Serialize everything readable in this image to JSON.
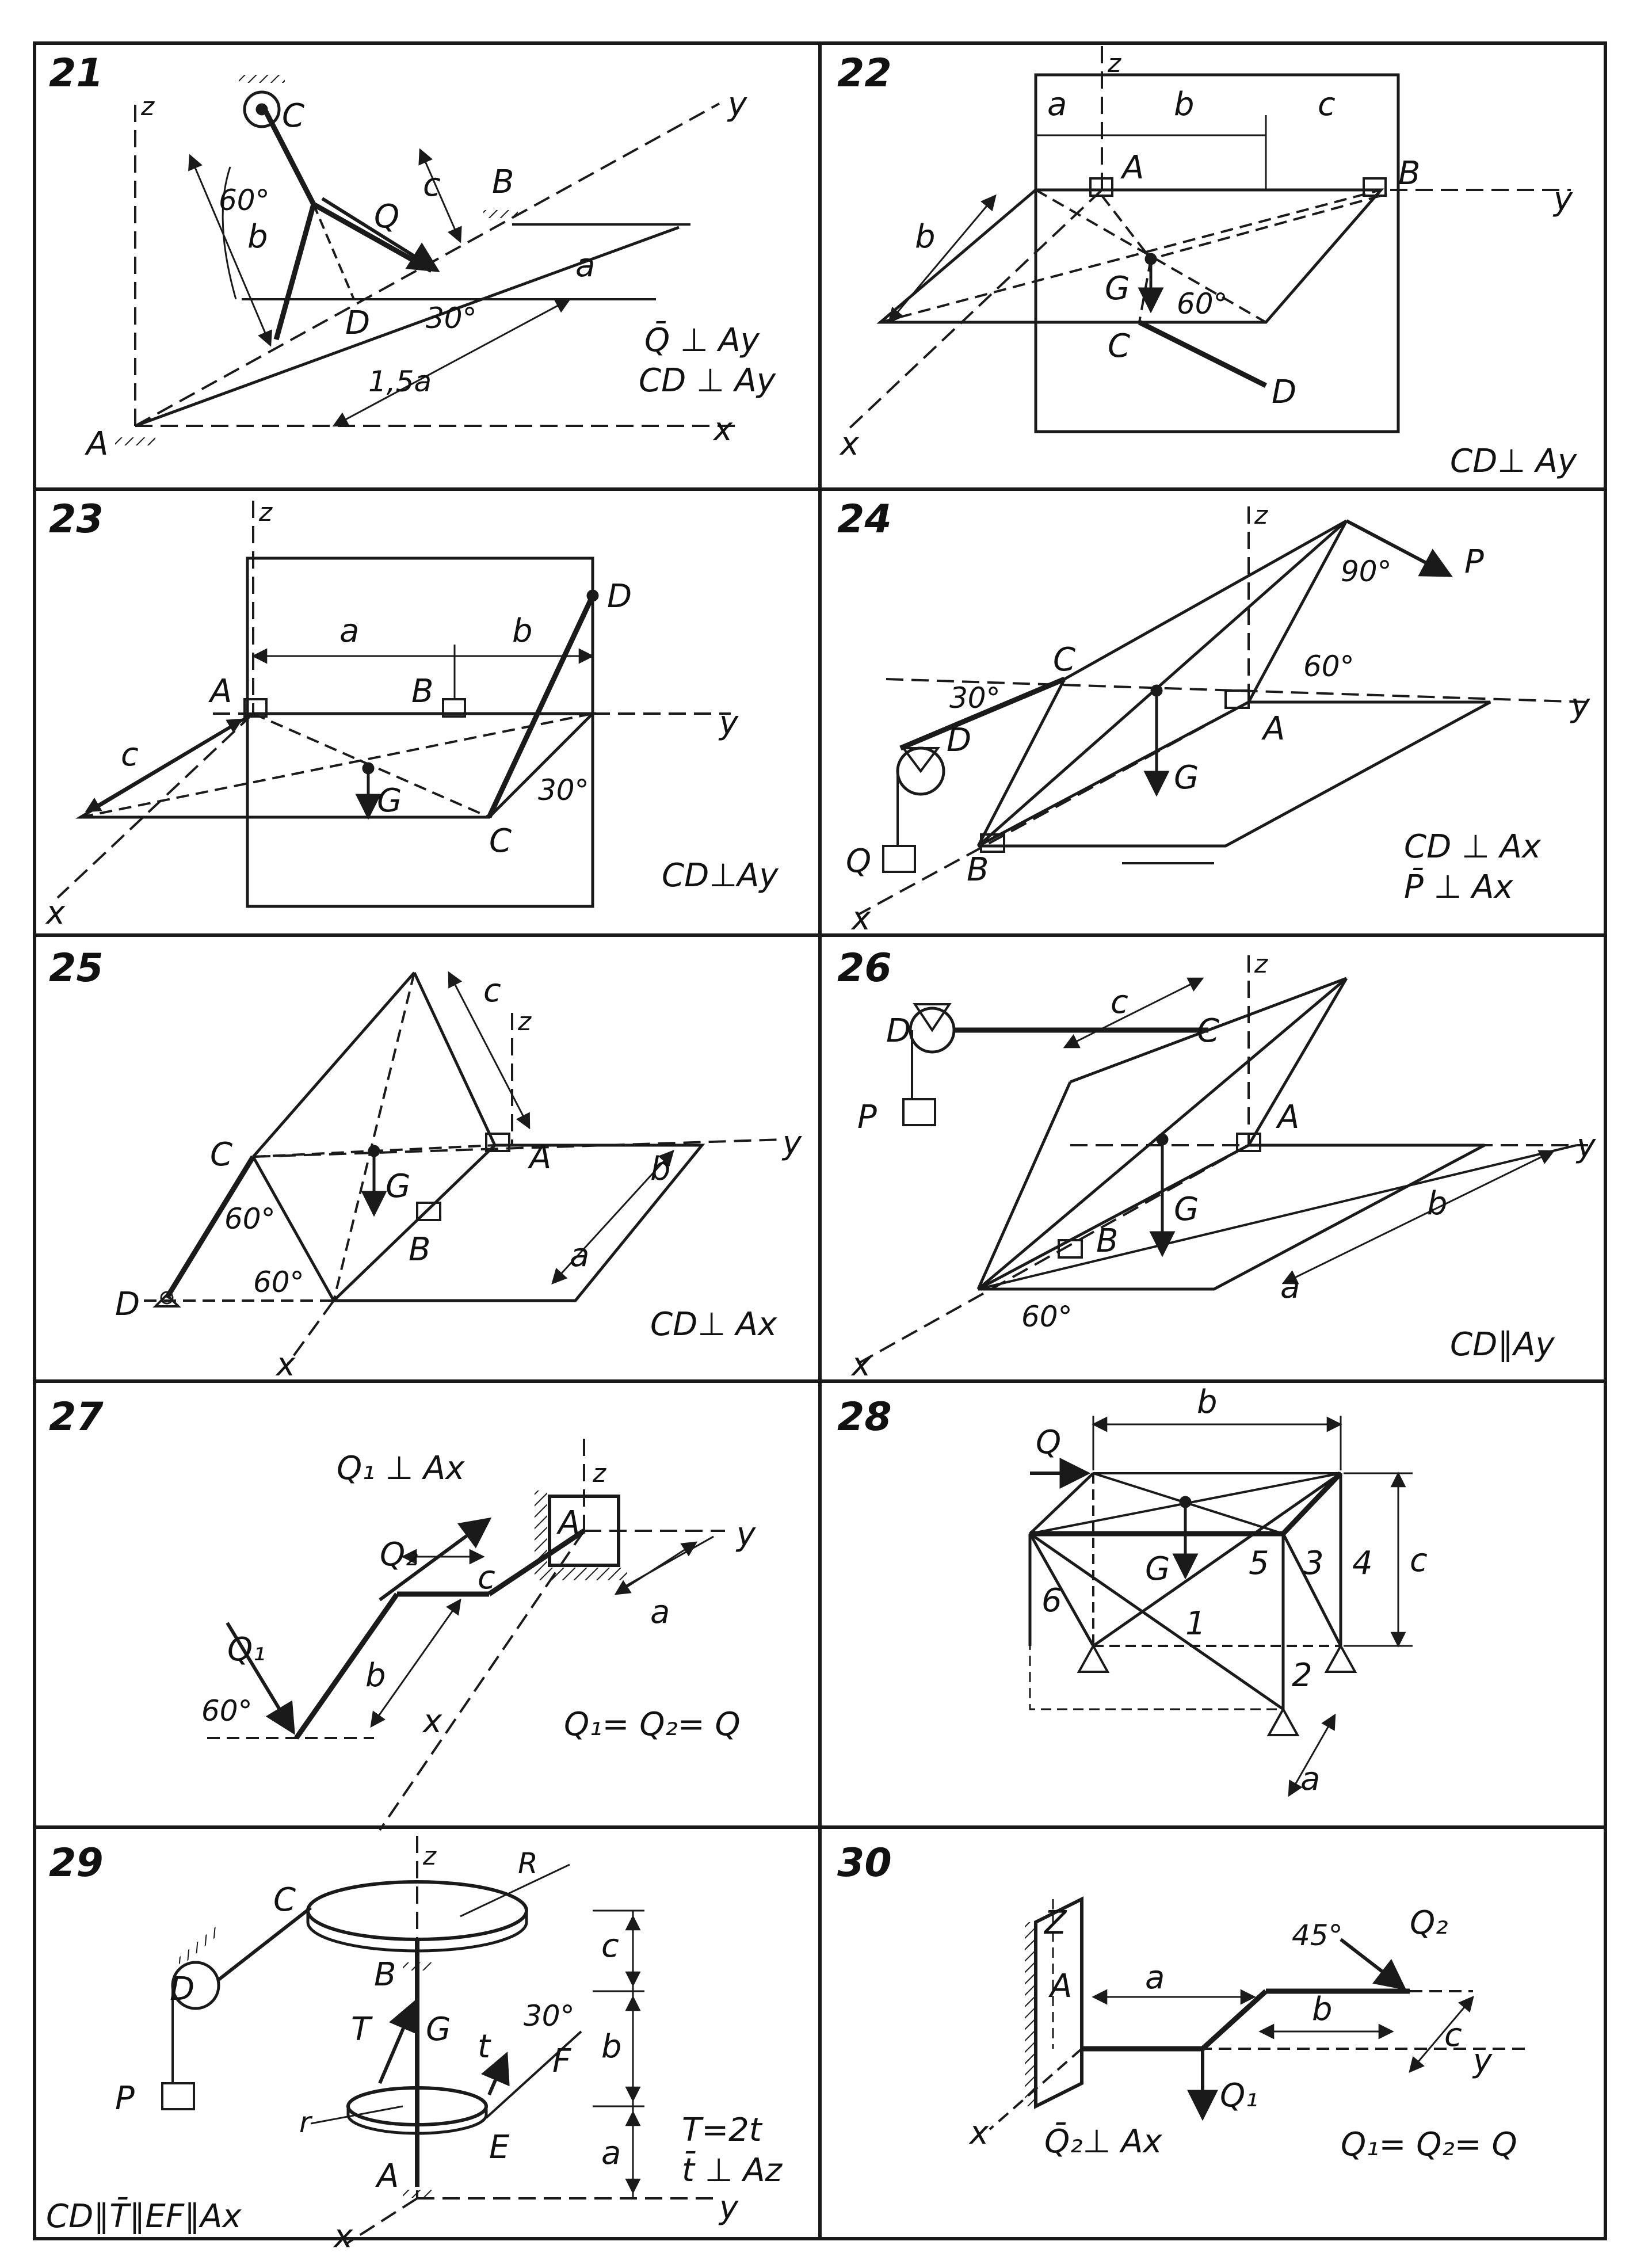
{
  "panels": [
    {
      "number": "21",
      "labels": {
        "C": "C",
        "B": "B",
        "Q": "Q",
        "D": "D",
        "A": "A",
        "a": "a",
        "b": "b",
        "c": "c",
        "x": "x",
        "y": "y",
        "z": "z",
        "len": "1,5a",
        "ang60": "60°",
        "ang30": "30°"
      },
      "notes": [
        "Q̄ ⊥ Ay",
        "CD ⊥ Ay"
      ]
    },
    {
      "number": "22",
      "labels": {
        "A": "A",
        "B": "B",
        "C": "C",
        "D": "D",
        "G": "G",
        "a": "a",
        "b": "b",
        "c": "c",
        "bside": "b",
        "x": "x",
        "y": "y",
        "z": "z",
        "ang": "60°"
      },
      "notes": [
        "CD⊥ Ay"
      ]
    },
    {
      "number": "23",
      "labels": {
        "A": "A",
        "B": "B",
        "C": "C",
        "D": "D",
        "G": "G",
        "a": "a",
        "b": "b",
        "c": "c",
        "x": "x",
        "y": "y",
        "z": "z",
        "ang": "30°"
      },
      "notes": [
        "CD⊥Ay"
      ]
    },
    {
      "number": "24",
      "labels": {
        "A": "A",
        "B": "B",
        "C": "C",
        "D": "D",
        "G": "G",
        "P": "P",
        "Q": "Q",
        "x": "x",
        "y": "y",
        "z": "z",
        "ang90": "90°",
        "ang60": "60°",
        "ang30": "30°"
      },
      "notes": [
        "CD ⊥ Ax",
        "P̄ ⊥ Ax"
      ]
    },
    {
      "number": "25",
      "labels": {
        "A": "A",
        "B": "B",
        "C": "C",
        "D": "D",
        "G": "G",
        "a": "a",
        "b": "b",
        "c": "c",
        "x": "x",
        "y": "y",
        "z": "z",
        "ang1": "60°",
        "ang2": "60°"
      },
      "notes": [
        "CD⊥ Ax"
      ]
    },
    {
      "number": "26",
      "labels": {
        "A": "A",
        "B": "B",
        "C": "C",
        "D": "D",
        "G": "G",
        "P": "P",
        "a": "a",
        "b": "b",
        "c": "c",
        "x": "x",
        "y": "y",
        "z": "z",
        "ang": "60°"
      },
      "notes": [
        "CD∥Ay"
      ]
    },
    {
      "number": "27",
      "labels": {
        "A": "A",
        "Q1": "Q₁",
        "Q2": "Q₂",
        "a": "a",
        "b": "b",
        "c": "c",
        "x": "x",
        "y": "y",
        "z": "z",
        "ang": "60°"
      },
      "notes": [
        "Q₁ ⊥ Ax",
        "Q₁= Q₂= Q"
      ]
    },
    {
      "number": "28",
      "labels": {
        "Q": "Q",
        "G": "G",
        "a": "a",
        "b": "b",
        "c": "c",
        "n1": "1",
        "n2": "2",
        "n3": "3",
        "n4": "4",
        "n5": "5",
        "n6": "6"
      },
      "notes": []
    },
    {
      "number": "29",
      "labels": {
        "A": "A",
        "B": "B",
        "C": "C",
        "D": "D",
        "E": "E",
        "F": "F",
        "G": "G",
        "T": "T",
        "t": "t",
        "R": "R",
        "r": "r",
        "P": "P",
        "a": "a",
        "b": "b",
        "c": "c",
        "x": "x",
        "y": "y",
        "z": "z",
        "ang": "30°"
      },
      "notes": [
        "T=2t",
        "t̄ ⊥ Az",
        "CD∥T̄∥EF∥Ax"
      ]
    },
    {
      "number": "30",
      "labels": {
        "A": "A",
        "Q1": "Q₁",
        "Q2": "Q₂",
        "a": "a",
        "b": "b",
        "c": "c",
        "x": "x",
        "y": "y",
        "z": "Z",
        "ang": "45°"
      },
      "notes": [
        "Q̄₂⊥ Ax",
        "Q₁= Q₂= Q"
      ]
    }
  ],
  "colors": {
    "ink": "#1a1a1a",
    "paper": "#ffffff"
  }
}
